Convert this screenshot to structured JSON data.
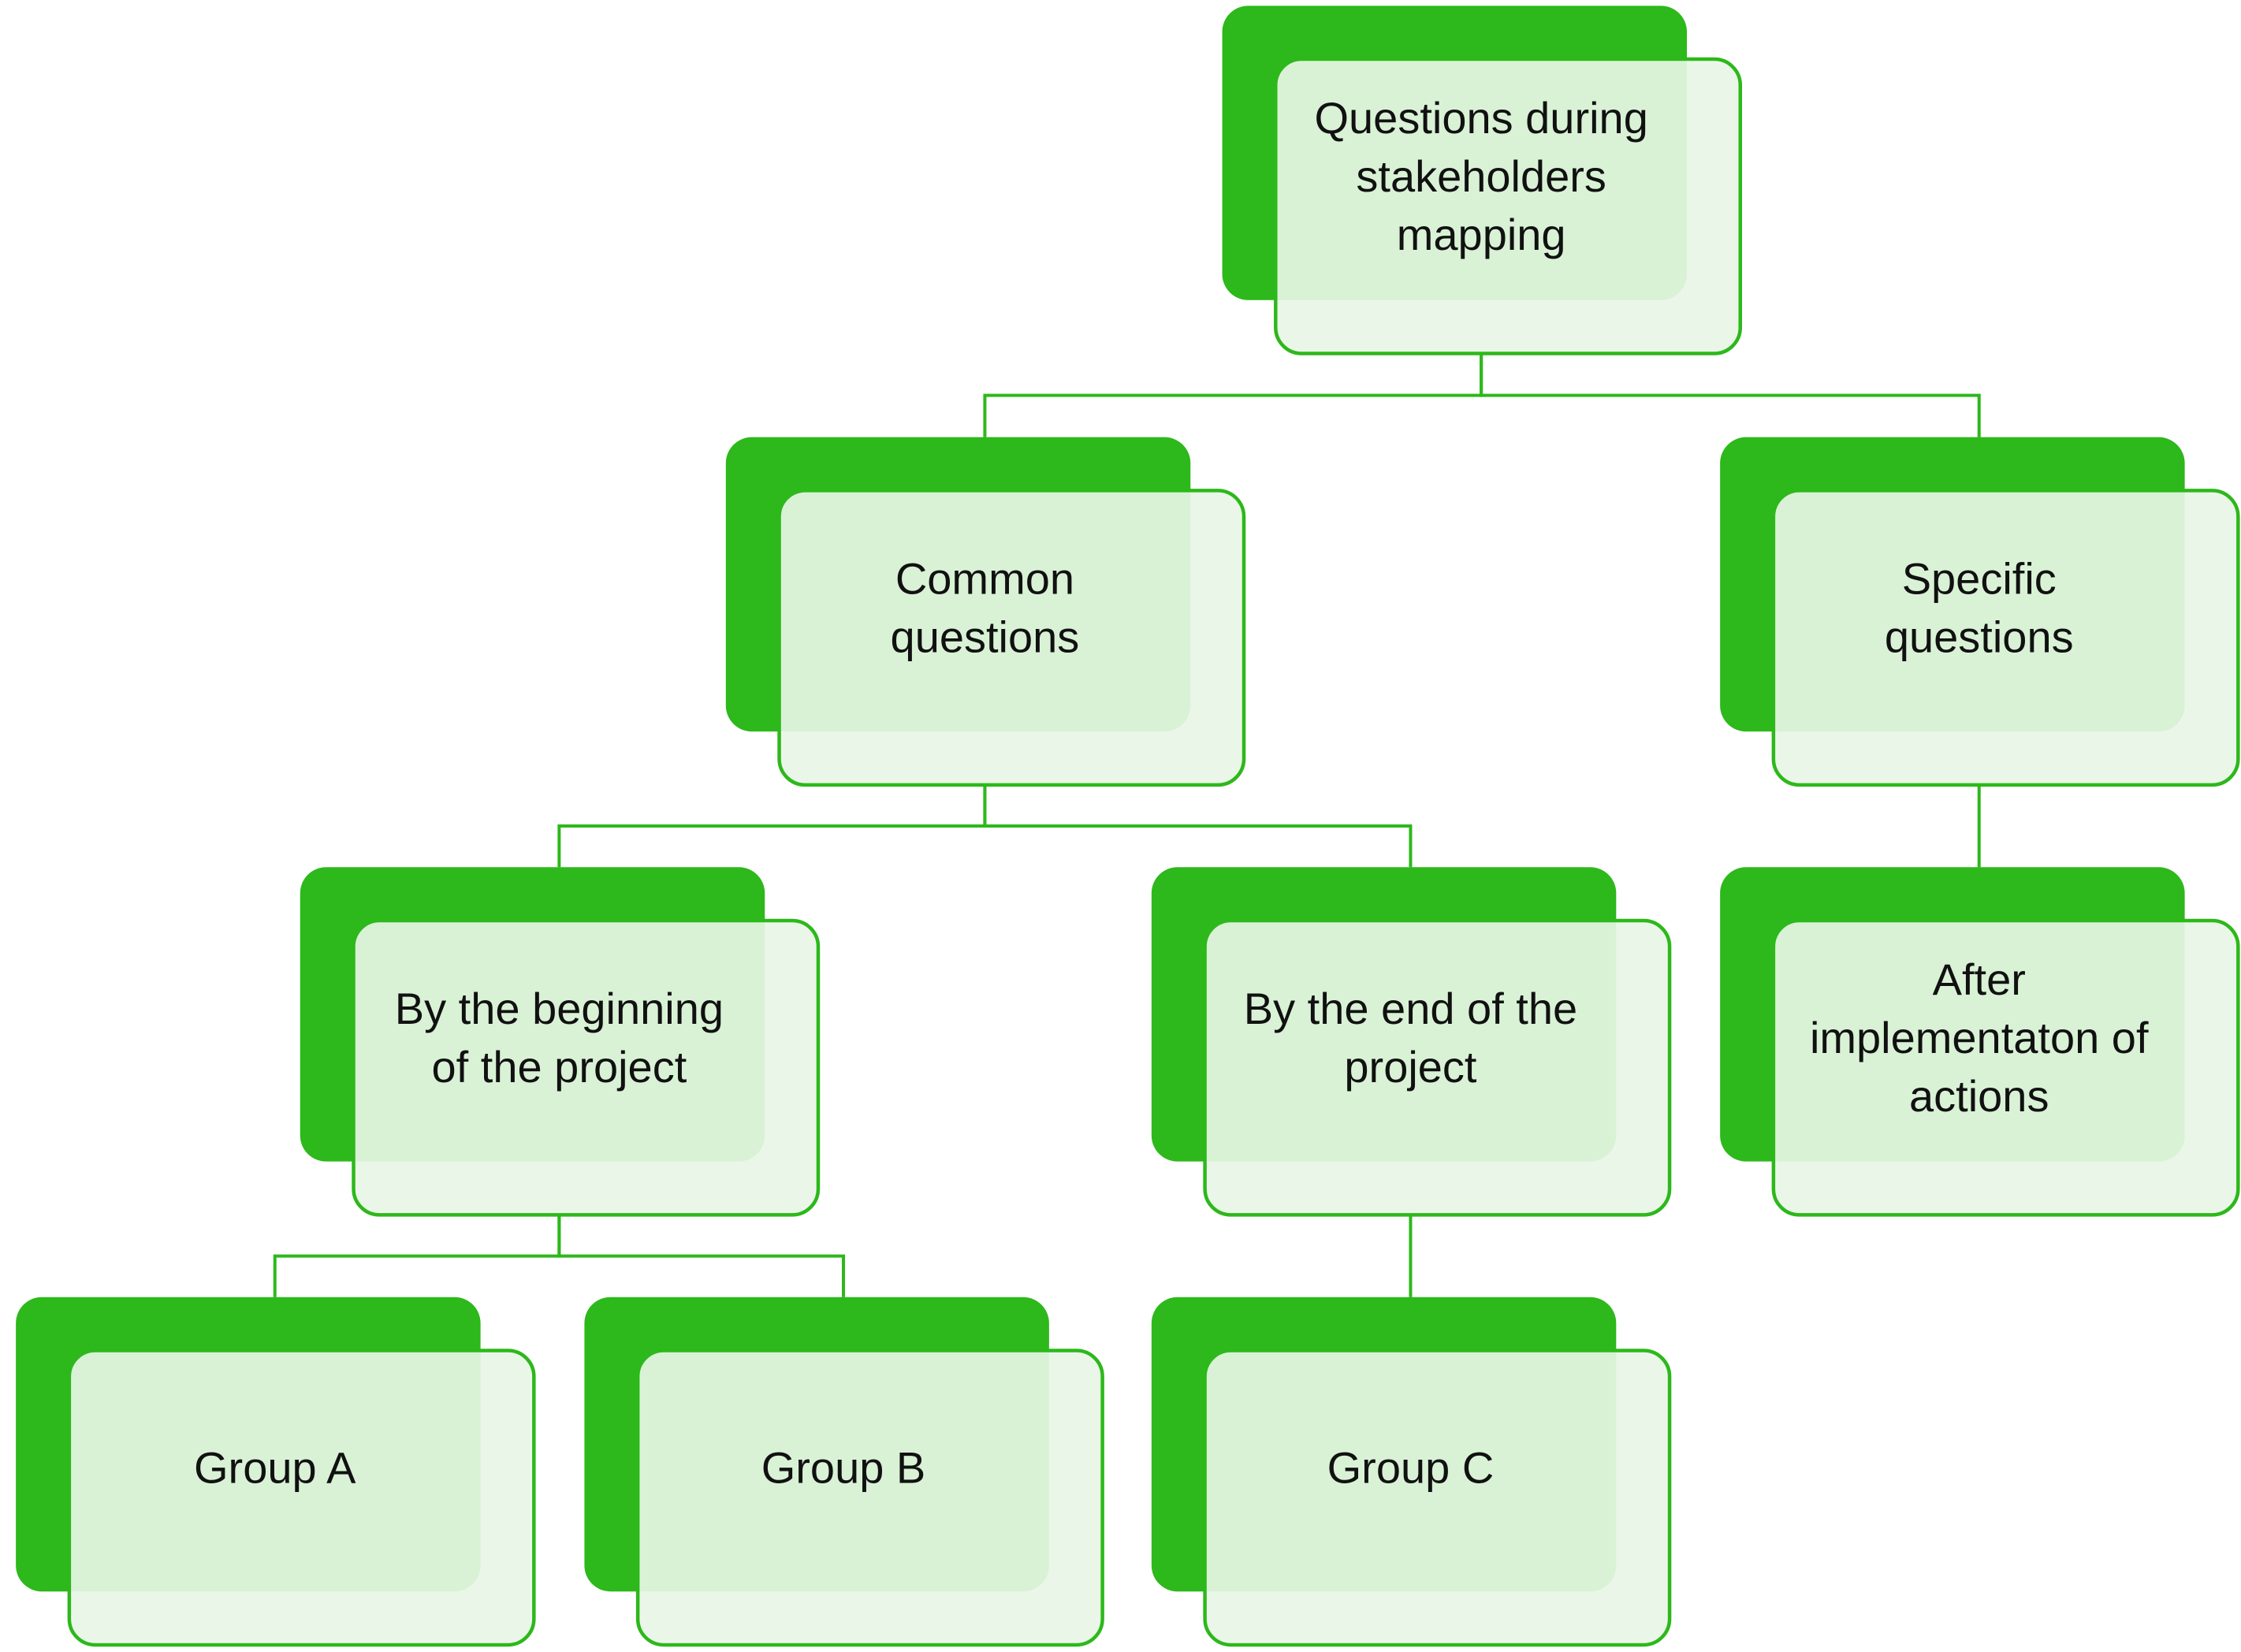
{
  "colors": {
    "accent": "#2db81b",
    "box_fill": "#e8f6e6",
    "connector": "#2db81b",
    "text": "#111111"
  },
  "nodes": [
    {
      "id": "root",
      "lines": [
        "Questions during",
        "stakeholders",
        "mapping"
      ]
    },
    {
      "id": "common",
      "lines": [
        "Common",
        "questions"
      ]
    },
    {
      "id": "specific",
      "lines": [
        "Specific",
        "questions"
      ]
    },
    {
      "id": "beginning",
      "lines": [
        "By the beginning",
        "of the project"
      ]
    },
    {
      "id": "end",
      "lines": [
        "By the end of the",
        "project"
      ]
    },
    {
      "id": "after",
      "lines": [
        "After",
        "implementaton of",
        "actions"
      ]
    },
    {
      "id": "group-a",
      "lines": [
        "Group A"
      ]
    },
    {
      "id": "group-b",
      "lines": [
        "Group B"
      ]
    },
    {
      "id": "group-c",
      "lines": [
        "Group C"
      ]
    }
  ],
  "edges": [
    {
      "from": "root",
      "to": "common"
    },
    {
      "from": "root",
      "to": "specific"
    },
    {
      "from": "common",
      "to": "beginning"
    },
    {
      "from": "common",
      "to": "end"
    },
    {
      "from": "specific",
      "to": "after"
    },
    {
      "from": "beginning",
      "to": "group-a"
    },
    {
      "from": "beginning",
      "to": "group-b"
    },
    {
      "from": "end",
      "to": "group-c"
    }
  ]
}
